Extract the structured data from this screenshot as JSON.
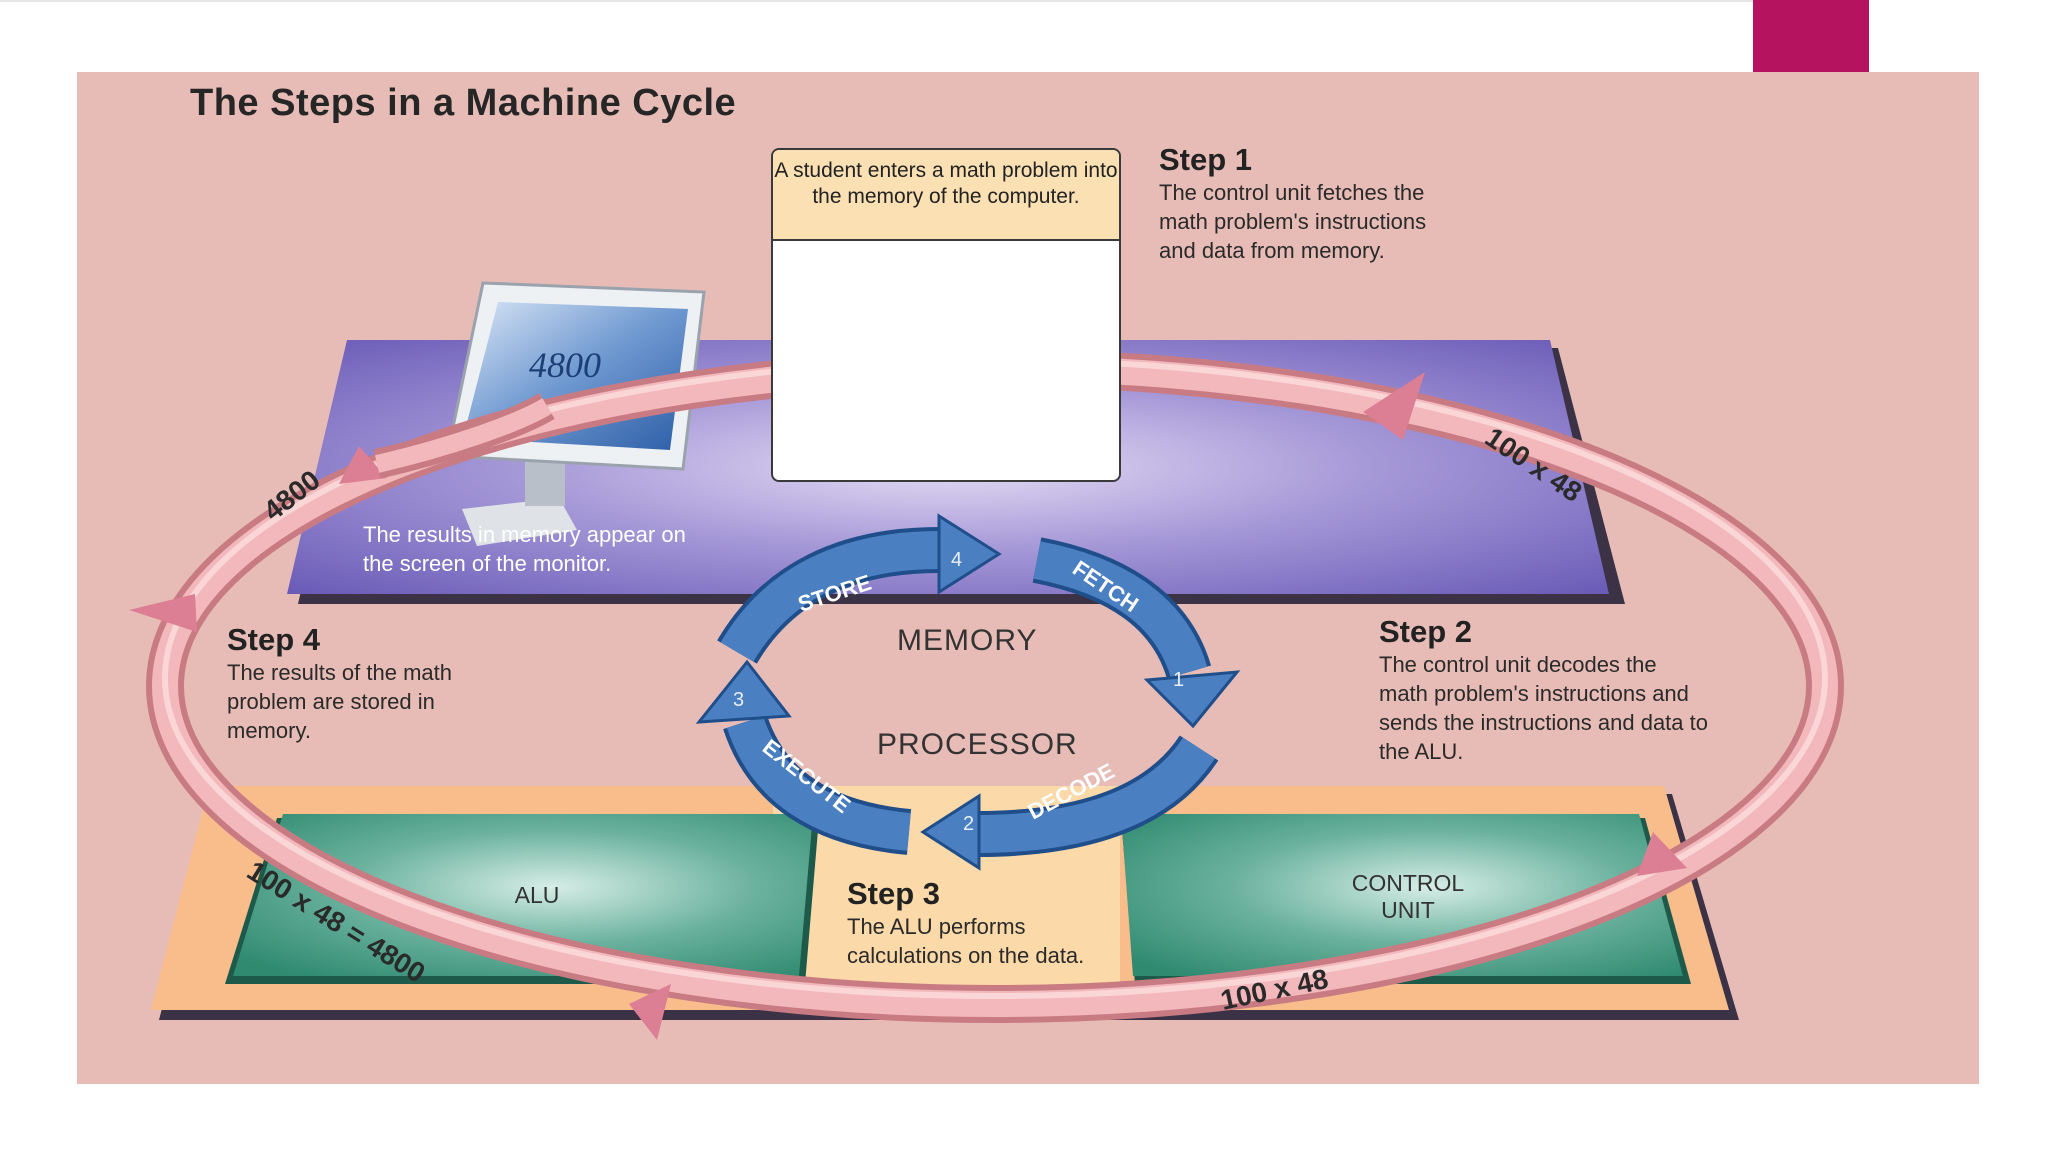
{
  "title": "The Steps in a Machine Cycle",
  "intro_caption": "A student enters a math problem into the memory of the computer.",
  "monitor_value": "4800",
  "monitor_caption": "The results in memory appear on the screen of the monitor.",
  "center": {
    "memory": "MEMORY",
    "processor": "PROCESSOR"
  },
  "units": {
    "alu": "ALU",
    "control_unit_line1": "CONTROL",
    "control_unit_line2": "UNIT"
  },
  "cycle_arrows": [
    {
      "label": "FETCH",
      "number": "1"
    },
    {
      "label": "DECODE",
      "number": "2"
    },
    {
      "label": "EXECUTE",
      "number": "3"
    },
    {
      "label": "STORE",
      "number": "4"
    }
  ],
  "loop_labels": {
    "top_right": "100 x 48",
    "bottom_right": "100 x 48",
    "bottom_left": "100 x 48 = 4800",
    "top_left": "4800"
  },
  "steps": [
    {
      "title": "Step 1",
      "text": "The control unit fetches the math problem's instructions and data from memory."
    },
    {
      "title": "Step 2",
      "text": "The control unit decodes the math problem's instructions and sends the instructions and data to the ALU."
    },
    {
      "title": "Step 3",
      "text": "The ALU performs calculations on the data."
    },
    {
      "title": "Step 4",
      "text": "The results of the math problem are stored in memory."
    }
  ],
  "colors": {
    "accent": "#b5135f",
    "panel": "#e8bcb6",
    "arrow_blue": "#3a6fb3",
    "loop_pink": "#e08a92"
  }
}
